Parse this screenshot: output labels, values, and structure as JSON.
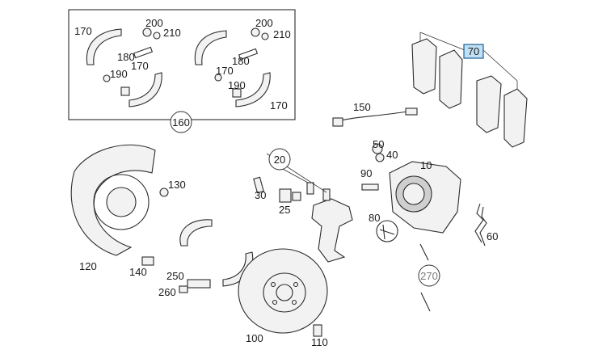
{
  "labels": {
    "p170a": "170",
    "p200a": "200",
    "p210a": "210",
    "p180a": "180",
    "p170b": "170",
    "p190a": "190",
    "p200b": "200",
    "p210b": "210",
    "p180b": "180",
    "p170c": "170",
    "p190b": "190",
    "p170d": "170",
    "p160": "160",
    "p70": "70",
    "p150": "150",
    "p50": "50",
    "p40": "40",
    "p10": "10",
    "p90": "90",
    "p80": "80",
    "p60": "60",
    "p20": "20",
    "p30": "30",
    "p25": "25",
    "p130": "130",
    "p120": "120",
    "p140": "140",
    "p250": "250",
    "p260": "260",
    "p270": "270",
    "p100": "100",
    "p110": "110"
  },
  "highlight_color": "#bfe0f5"
}
